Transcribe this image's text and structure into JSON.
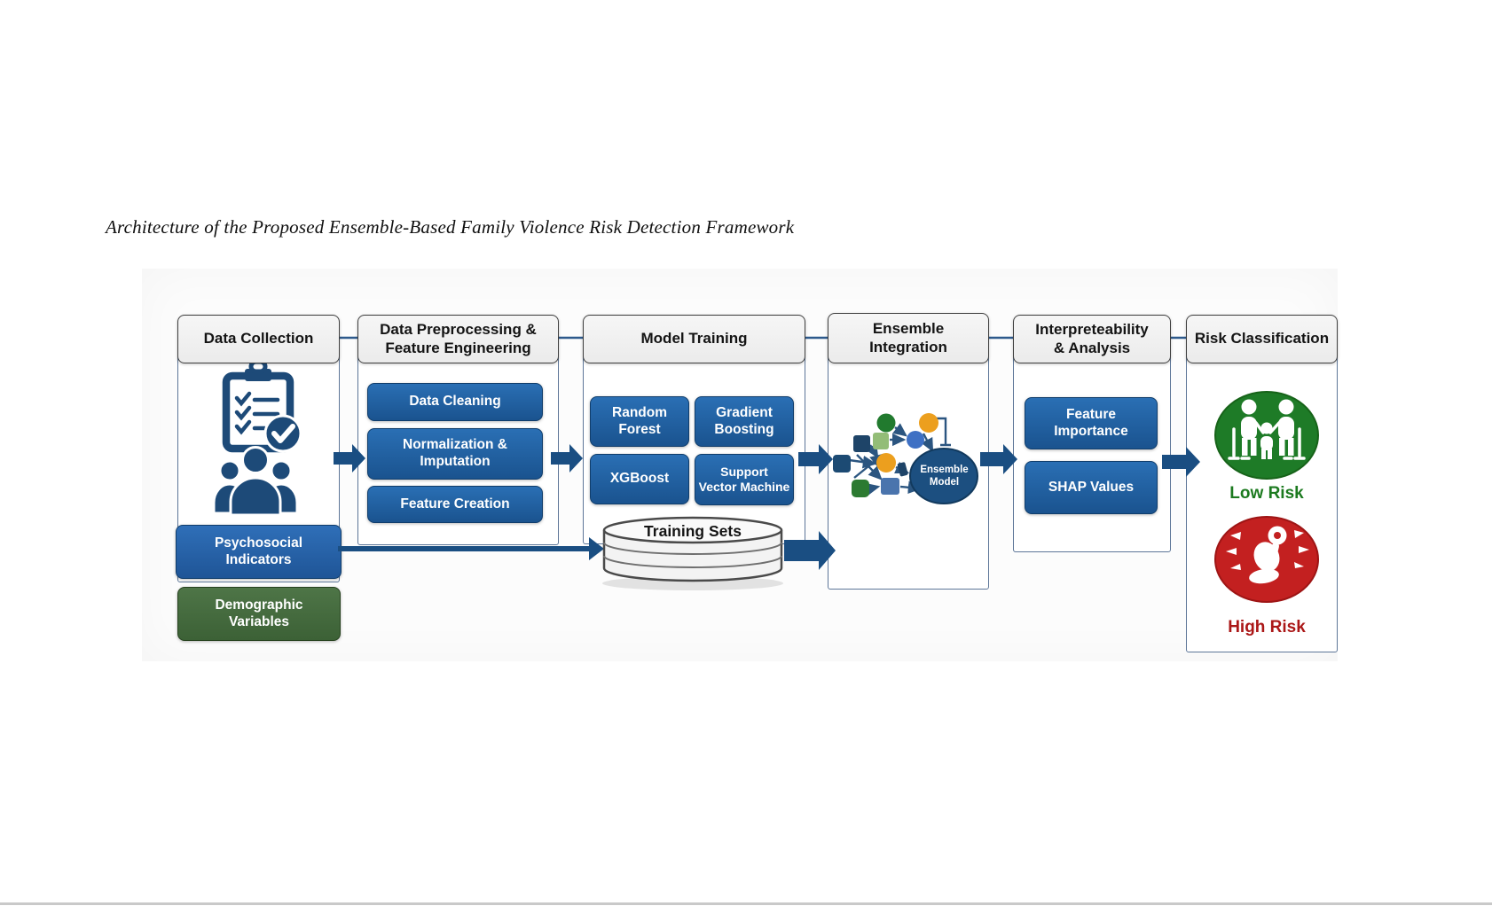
{
  "title": "Architecture of the Proposed Ensemble-Based Family Violence Risk Detection Framework",
  "columns": {
    "data_collection": {
      "header": "Data Collection",
      "psychosocial": "Psychosocial\nIndicators",
      "demographic": "Demographic\nVariables"
    },
    "preprocessing": {
      "header": "Data Preprocessing &\nFeature Engineering",
      "data_cleaning": "Data Cleaning",
      "normalization": "Normalization &\nImputation",
      "feature_creation": "Feature Creation"
    },
    "model_training": {
      "header": "Model Training",
      "random_forest": "Random\nForest",
      "gradient_boosting": "Gradient\nBoosting",
      "xgboost": "XGBoost",
      "svm": "Support\nVector Machine",
      "training_sets": "Training Sets"
    },
    "ensemble": {
      "header": "Ensemble\nIntegration",
      "ensemble_model": "Ensemble\nModel"
    },
    "interpretability": {
      "header": "Interpreteability\n& Analysis",
      "feature_importance": "Feature\nImportance",
      "shap_values": "SHAP Values"
    },
    "risk": {
      "header": "Risk Classification",
      "low": "Low Risk",
      "high": "High Risk"
    }
  },
  "icons": {
    "clipboard": "clipboard-check-icon",
    "people": "people-group-icon",
    "database": "database-cylinder-icon",
    "network": "ensemble-network-icon",
    "low_risk": "family-icon",
    "high_risk": "distressed-person-icon"
  },
  "colors": {
    "arrow_navy": "#1a4e82",
    "box_blue_top": "#2a6fb4",
    "box_blue_bottom": "#1a538f",
    "demographic_green": "#46703f",
    "low_risk_green": "#1c7a1f",
    "high_risk_red": "#c32020",
    "header_gray": "#f0f0f0"
  }
}
